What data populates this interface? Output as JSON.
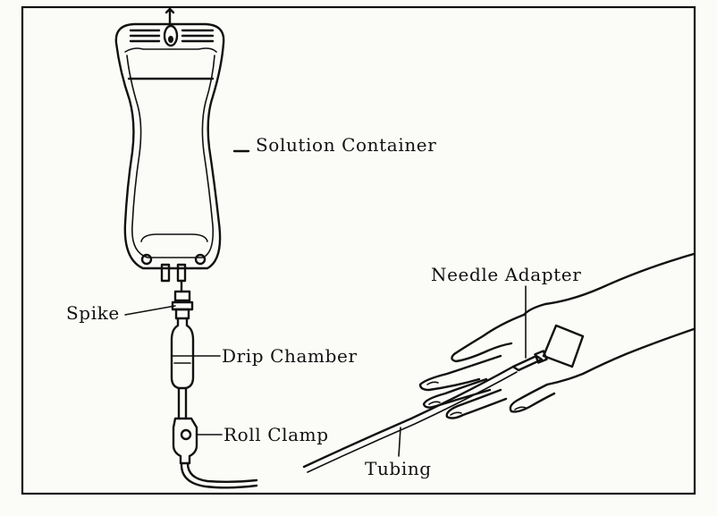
{
  "labels": {
    "solution_container": "Solution Container",
    "spike": "Spike",
    "drip_chamber": "Drip Chamber",
    "roll_clamp": "Roll Clamp",
    "needle_adapter": "Needle Adapter",
    "tubing": "Tubing"
  },
  "colors": {
    "ink": "#111111",
    "paper": "#fbfbf8"
  }
}
